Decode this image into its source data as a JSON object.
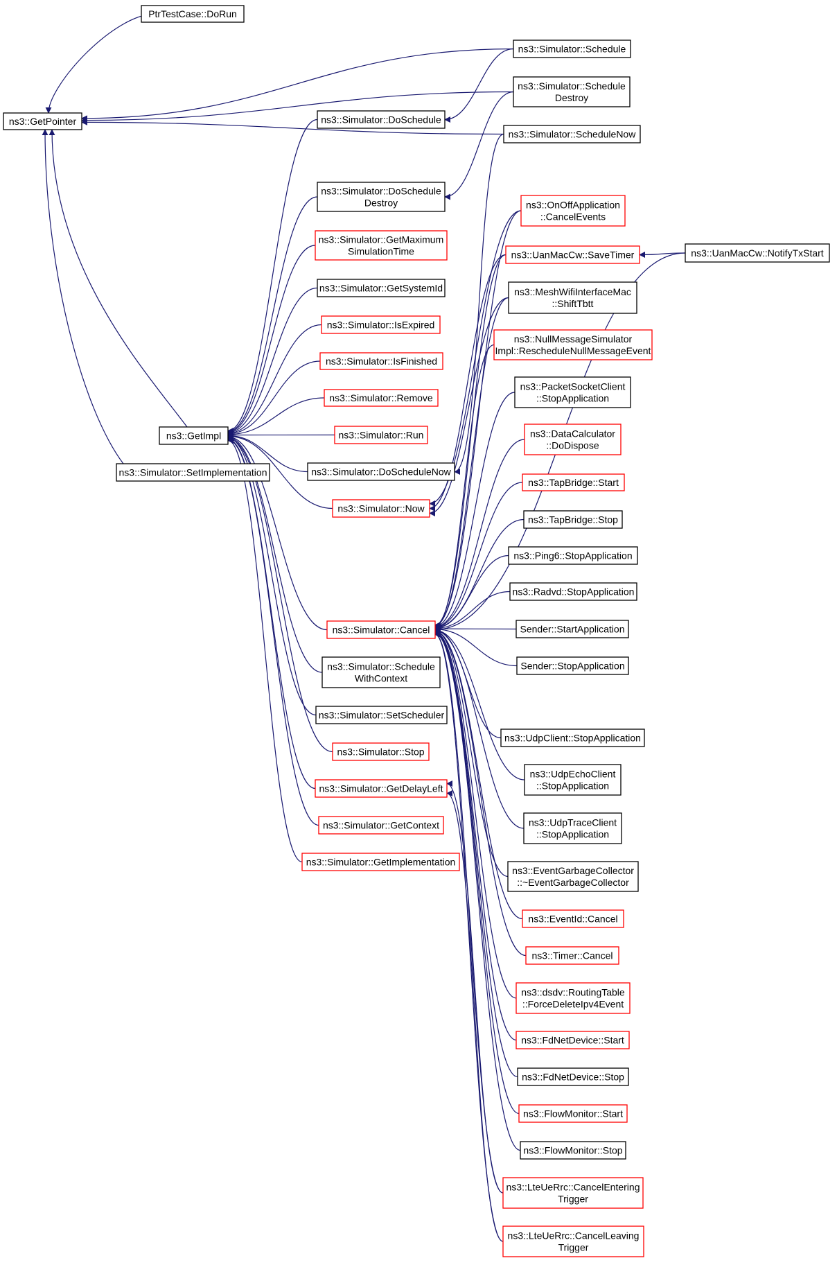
{
  "colors": {
    "edge": "#191970",
    "node_border": "#000000",
    "node_border_incomplete": "#ff0000",
    "root_fill": "#bfbfbf",
    "background": "#ffffff"
  },
  "nodes": [
    {
      "id": "GetPointer",
      "lines": [
        "ns3::GetPointer"
      ],
      "root": true
    },
    {
      "id": "PtrTestCase_DoRun",
      "lines": [
        "PtrTestCase::DoRun"
      ]
    },
    {
      "id": "GetImpl",
      "lines": [
        "ns3::GetImpl"
      ]
    },
    {
      "id": "SetImplementation",
      "lines": [
        "ns3::Simulator::SetImplementation"
      ]
    },
    {
      "id": "DoSchedule",
      "lines": [
        "ns3::Simulator::DoSchedule"
      ]
    },
    {
      "id": "DoScheduleDestroy",
      "lines": [
        "ns3::Simulator::DoSchedule",
        "Destroy"
      ]
    },
    {
      "id": "GetMaximumSimulationTime",
      "lines": [
        "ns3::Simulator::GetMaximum",
        "SimulationTime"
      ],
      "red": true
    },
    {
      "id": "GetSystemId",
      "lines": [
        "ns3::Simulator::GetSystemId"
      ]
    },
    {
      "id": "IsExpired",
      "lines": [
        "ns3::Simulator::IsExpired"
      ],
      "red": true
    },
    {
      "id": "IsFinished",
      "lines": [
        "ns3::Simulator::IsFinished"
      ],
      "red": true
    },
    {
      "id": "Remove",
      "lines": [
        "ns3::Simulator::Remove"
      ],
      "red": true
    },
    {
      "id": "Run",
      "lines": [
        "ns3::Simulator::Run"
      ],
      "red": true
    },
    {
      "id": "DoScheduleNow",
      "lines": [
        "ns3::Simulator::DoScheduleNow"
      ]
    },
    {
      "id": "Now",
      "lines": [
        "ns3::Simulator::Now"
      ],
      "red": true
    },
    {
      "id": "Cancel",
      "lines": [
        "ns3::Simulator::Cancel"
      ],
      "red": true
    },
    {
      "id": "ScheduleWithContext",
      "lines": [
        "ns3::Simulator::Schedule",
        "WithContext"
      ]
    },
    {
      "id": "SetScheduler",
      "lines": [
        "ns3::Simulator::SetScheduler"
      ]
    },
    {
      "id": "Stop",
      "lines": [
        "ns3::Simulator::Stop"
      ],
      "red": true
    },
    {
      "id": "GetDelayLeft",
      "lines": [
        "ns3::Simulator::GetDelayLeft"
      ],
      "red": true
    },
    {
      "id": "GetContext",
      "lines": [
        "ns3::Simulator::GetContext"
      ],
      "red": true
    },
    {
      "id": "GetImplementation",
      "lines": [
        "ns3::Simulator::GetImplementation"
      ],
      "red": true
    },
    {
      "id": "Schedule",
      "lines": [
        "ns3::Simulator::Schedule"
      ]
    },
    {
      "id": "ScheduleDestroy",
      "lines": [
        "ns3::Simulator::Schedule",
        "Destroy"
      ]
    },
    {
      "id": "ScheduleNow",
      "lines": [
        "ns3::Simulator::ScheduleNow"
      ]
    },
    {
      "id": "OnOffCancelEvents",
      "lines": [
        "ns3::OnOffApplication",
        "::CancelEvents"
      ],
      "red": true
    },
    {
      "id": "UanSaveTimer",
      "lines": [
        "ns3::UanMacCw::SaveTimer"
      ],
      "red": true
    },
    {
      "id": "UanNotifyTxStart",
      "lines": [
        "ns3::UanMacCw::NotifyTxStart"
      ]
    },
    {
      "id": "MeshShiftTbtt",
      "lines": [
        "ns3::MeshWifiInterfaceMac",
        "::ShiftTbtt"
      ]
    },
    {
      "id": "NullMessageReschedule",
      "lines": [
        "ns3::NullMessageSimulator",
        "Impl::RescheduleNullMessageEvent"
      ],
      "red": true
    },
    {
      "id": "PacketSocketClientStop",
      "lines": [
        "ns3::PacketSocketClient",
        "::StopApplication"
      ]
    },
    {
      "id": "DataCalculatorDoDispose",
      "lines": [
        "ns3::DataCalculator",
        "::DoDispose"
      ],
      "red": true
    },
    {
      "id": "TapBridgeStart",
      "lines": [
        "ns3::TapBridge::Start"
      ],
      "red": true
    },
    {
      "id": "TapBridgeStop",
      "lines": [
        "ns3::TapBridge::Stop"
      ]
    },
    {
      "id": "Ping6Stop",
      "lines": [
        "ns3::Ping6::StopApplication"
      ]
    },
    {
      "id": "RadvdStop",
      "lines": [
        "ns3::Radvd::StopApplication"
      ]
    },
    {
      "id": "SenderStart",
      "lines": [
        "Sender::StartApplication"
      ]
    },
    {
      "id": "SenderStop",
      "lines": [
        "Sender::StopApplication"
      ]
    },
    {
      "id": "UdpClientStop",
      "lines": [
        "ns3::UdpClient::StopApplication"
      ]
    },
    {
      "id": "UdpEchoClientStop",
      "lines": [
        "ns3::UdpEchoClient",
        "::StopApplication"
      ]
    },
    {
      "id": "UdpTraceClientStop",
      "lines": [
        "ns3::UdpTraceClient",
        "::StopApplication"
      ]
    },
    {
      "id": "EventGarbageCollectorDtor",
      "lines": [
        "ns3::EventGarbageCollector",
        "::~EventGarbageCollector"
      ]
    },
    {
      "id": "EventIdCancel",
      "lines": [
        "ns3::EventId::Cancel"
      ],
      "red": true
    },
    {
      "id": "TimerCancel",
      "lines": [
        "ns3::Timer::Cancel"
      ],
      "red": true
    },
    {
      "id": "DsdvForceDelete",
      "lines": [
        "ns3::dsdv::RoutingTable",
        "::ForceDeleteIpv4Event"
      ],
      "red": true
    },
    {
      "id": "FdNetDeviceStart",
      "lines": [
        "ns3::FdNetDevice::Start"
      ],
      "red": true
    },
    {
      "id": "FdNetDeviceStop",
      "lines": [
        "ns3::FdNetDevice::Stop"
      ]
    },
    {
      "id": "FlowMonitorStart",
      "lines": [
        "ns3::FlowMonitor::Start"
      ],
      "red": true
    },
    {
      "id": "FlowMonitorStop",
      "lines": [
        "ns3::FlowMonitor::Stop"
      ]
    },
    {
      "id": "LteCancelEntering",
      "lines": [
        "ns3::LteUeRrc::CancelEntering",
        "Trigger"
      ],
      "red": true
    },
    {
      "id": "LteCancelLeaving",
      "lines": [
        "ns3::LteUeRrc::CancelLeaving",
        "Trigger"
      ],
      "red": true
    }
  ],
  "edges": [
    {
      "from": "PtrTestCase_DoRun",
      "to": "GetPointer"
    },
    {
      "from": "Schedule",
      "to": "GetPointer"
    },
    {
      "from": "ScheduleDestroy",
      "to": "GetPointer"
    },
    {
      "from": "ScheduleNow",
      "to": "GetPointer"
    },
    {
      "from": "GetImpl",
      "to": "GetPointer"
    },
    {
      "from": "SetImplementation",
      "to": "GetPointer"
    },
    {
      "from": "DoSchedule",
      "to": "GetImpl"
    },
    {
      "from": "DoScheduleDestroy",
      "to": "GetImpl"
    },
    {
      "from": "GetMaximumSimulationTime",
      "to": "GetImpl"
    },
    {
      "from": "GetSystemId",
      "to": "GetImpl"
    },
    {
      "from": "IsExpired",
      "to": "GetImpl"
    },
    {
      "from": "IsFinished",
      "to": "GetImpl"
    },
    {
      "from": "Remove",
      "to": "GetImpl"
    },
    {
      "from": "Run",
      "to": "GetImpl"
    },
    {
      "from": "DoScheduleNow",
      "to": "GetImpl"
    },
    {
      "from": "Now",
      "to": "GetImpl"
    },
    {
      "from": "Cancel",
      "to": "GetImpl"
    },
    {
      "from": "ScheduleWithContext",
      "to": "GetImpl"
    },
    {
      "from": "SetScheduler",
      "to": "GetImpl"
    },
    {
      "from": "Stop",
      "to": "GetImpl"
    },
    {
      "from": "GetDelayLeft",
      "to": "GetImpl"
    },
    {
      "from": "GetContext",
      "to": "GetImpl"
    },
    {
      "from": "GetImplementation",
      "to": "GetImpl"
    },
    {
      "from": "Schedule",
      "to": "DoSchedule"
    },
    {
      "from": "ScheduleDestroy",
      "to": "DoScheduleDestroy"
    },
    {
      "from": "ScheduleNow",
      "to": "DoScheduleNow"
    },
    {
      "from": "OnOffCancelEvents",
      "to": "Now"
    },
    {
      "from": "UanSaveTimer",
      "to": "Now"
    },
    {
      "from": "MeshShiftTbtt",
      "to": "Now"
    },
    {
      "from": "UanNotifyTxStart",
      "to": "UanSaveTimer"
    },
    {
      "from": "OnOffCancelEvents",
      "to": "Cancel"
    },
    {
      "from": "UanSaveTimer",
      "to": "Cancel"
    },
    {
      "from": "MeshShiftTbtt",
      "to": "Cancel"
    },
    {
      "from": "NullMessageReschedule",
      "to": "Cancel"
    },
    {
      "from": "PacketSocketClientStop",
      "to": "Cancel"
    },
    {
      "from": "DataCalculatorDoDispose",
      "to": "Cancel"
    },
    {
      "from": "TapBridgeStart",
      "to": "Cancel"
    },
    {
      "from": "TapBridgeStop",
      "to": "Cancel"
    },
    {
      "from": "Ping6Stop",
      "to": "Cancel"
    },
    {
      "from": "RadvdStop",
      "to": "Cancel"
    },
    {
      "from": "SenderStart",
      "to": "Cancel"
    },
    {
      "from": "SenderStop",
      "to": "Cancel"
    },
    {
      "from": "UanNotifyTxStart",
      "to": "Cancel"
    },
    {
      "from": "UdpClientStop",
      "to": "Cancel"
    },
    {
      "from": "UdpEchoClientStop",
      "to": "Cancel"
    },
    {
      "from": "UdpTraceClientStop",
      "to": "Cancel"
    },
    {
      "from": "EventGarbageCollectorDtor",
      "to": "Cancel"
    },
    {
      "from": "EventIdCancel",
      "to": "Cancel"
    },
    {
      "from": "TimerCancel",
      "to": "Cancel"
    },
    {
      "from": "DsdvForceDelete",
      "to": "Cancel"
    },
    {
      "from": "FdNetDeviceStart",
      "to": "Cancel"
    },
    {
      "from": "FdNetDeviceStop",
      "to": "Cancel"
    },
    {
      "from": "FlowMonitorStart",
      "to": "Cancel"
    },
    {
      "from": "FlowMonitorStop",
      "to": "Cancel"
    },
    {
      "from": "LteCancelEntering",
      "to": "Cancel"
    },
    {
      "from": "LteCancelLeaving",
      "to": "Cancel"
    },
    {
      "from": "LteCancelEntering",
      "to": "GetDelayLeft"
    },
    {
      "from": "LteCancelLeaving",
      "to": "GetDelayLeft"
    }
  ]
}
